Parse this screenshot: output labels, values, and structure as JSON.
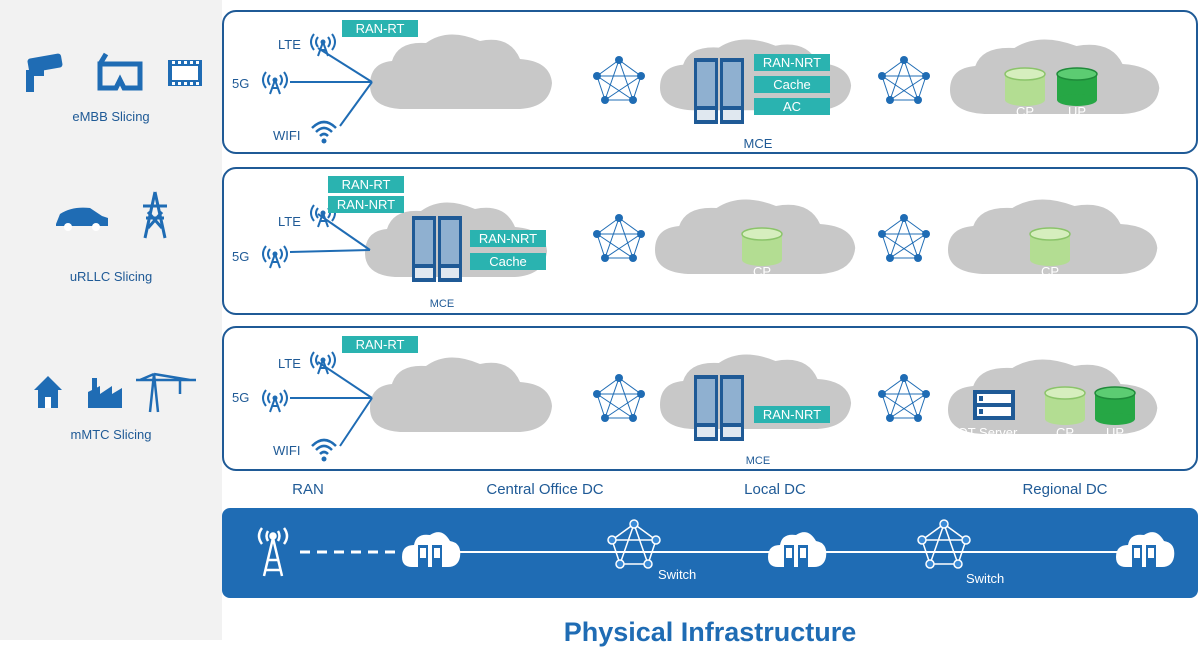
{
  "slices": [
    {
      "label": "eMBB Slicing",
      "icons": [
        "cctv-camera-icon",
        "vr-glasses-icon",
        "film-icon"
      ]
    },
    {
      "label": "uRLLC Slicing",
      "icons": [
        "car-icon",
        "power-tower-icon"
      ]
    },
    {
      "label": "mMTC Slicing",
      "icons": [
        "house-icon",
        "factory-icon",
        "crane-icon"
      ]
    }
  ],
  "access": {
    "lte": "LTE",
    "fiveg": "5G",
    "wifi": "WIFI"
  },
  "tags": {
    "ran_rt": "RAN-RT",
    "ran_nrt": "RAN-NRT",
    "cache": "Cache",
    "ac": "AC",
    "cp": "CP",
    "up": "UP",
    "iot_server": "IOT Server",
    "mce": "MCE"
  },
  "columns": [
    "RAN",
    "Central Office DC",
    "Local DC",
    "Regional DC"
  ],
  "infrastructure": {
    "switch_label": "Switch",
    "title": "Physical Infrastructure"
  },
  "colors": {
    "primary": "#1f6cb4",
    "dark": "#1f5a96",
    "teal": "#2ab3b0",
    "light_green": "#b3dd92",
    "green": "#26a745",
    "cloud": "#c8c8c8"
  }
}
